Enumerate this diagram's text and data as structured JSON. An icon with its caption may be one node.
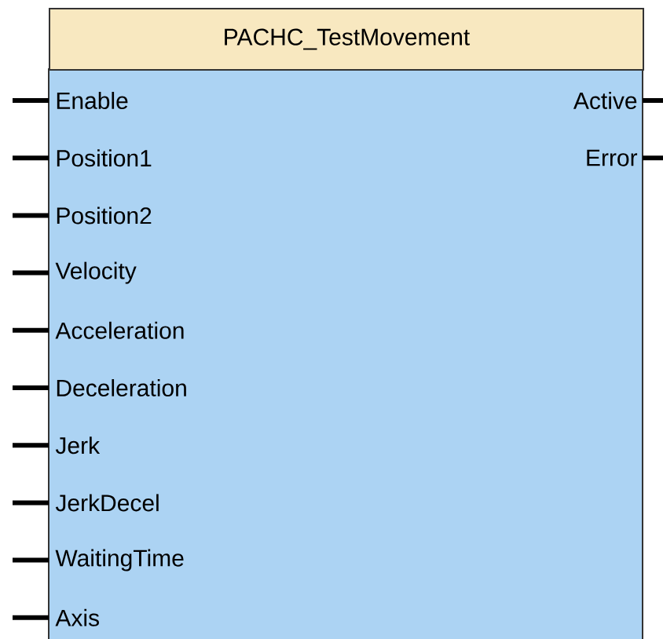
{
  "diagram": {
    "nodes": [
      {
        "text": [
          "PACHC_TestMovement"
        ]
      },
      {
        "text": [
          "Enable"
        ],
        "in": 0
      },
      {
        "text": [
          "Active"
        ],
        "in": 0
      },
      {
        "text": [
          "Position1"
        ],
        "in": 0
      },
      {
        "text": [
          "Error"
        ],
        "in": 0
      },
      {
        "text": [
          "Position2"
        ],
        "in": 0
      },
      {
        "text": [
          "Velocity"
        ],
        "in": 0
      },
      {
        "text": [
          "Acceleration"
        ],
        "in": 0
      },
      {
        "text": [
          "Deceleration"
        ],
        "in": 0
      },
      {
        "text": [
          "Jerk"
        ],
        "in": 0
      },
      {
        "text": [
          "JerkDecel"
        ],
        "in": 0
      },
      {
        "text": [
          "WaitingTime"
        ],
        "in": 0
      },
      {
        "text": [
          "Axis"
        ],
        "in": 0
      }
    ],
    "edges": [
      {
        "from": null,
        "to": 1,
        "arrow": "none"
      },
      {
        "from": 2,
        "to": null,
        "arrow": "none"
      },
      {
        "from": null,
        "to": 3,
        "arrow": "none"
      },
      {
        "from": 4,
        "to": null,
        "arrow": "none"
      },
      {
        "from": null,
        "to": 5,
        "arrow": "none"
      },
      {
        "from": null,
        "to": 6,
        "arrow": "none"
      },
      {
        "from": null,
        "to": 7,
        "arrow": "none"
      },
      {
        "from": null,
        "to": 8,
        "arrow": "none"
      },
      {
        "from": null,
        "to": 9,
        "arrow": "none"
      },
      {
        "from": null,
        "to": 10,
        "arrow": "none"
      },
      {
        "from": null,
        "to": 11,
        "arrow": "none"
      },
      {
        "from": null,
        "to": 12,
        "arrow": "none"
      }
    ]
  }
}
